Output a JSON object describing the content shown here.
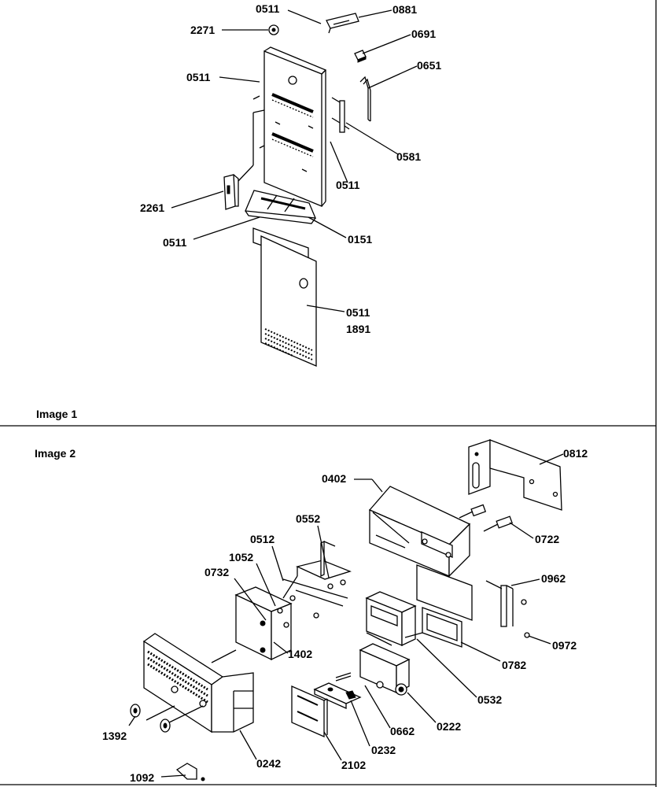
{
  "panels": [
    {
      "caption": "Image 1",
      "callouts": [
        "0511",
        "0881",
        "2271",
        "0691",
        "0511",
        "0651",
        "0581",
        "0511",
        "2261",
        "0511",
        "0151",
        "0511",
        "1891"
      ]
    },
    {
      "caption": "Image 2",
      "callouts": [
        "0812",
        "0402",
        "0552",
        "0512",
        "1052",
        "0732",
        "0722",
        "0962",
        "0972",
        "1402",
        "0782",
        "0532",
        "0222",
        "0662",
        "0232",
        "2102",
        "0242",
        "1392",
        "1092"
      ]
    }
  ]
}
